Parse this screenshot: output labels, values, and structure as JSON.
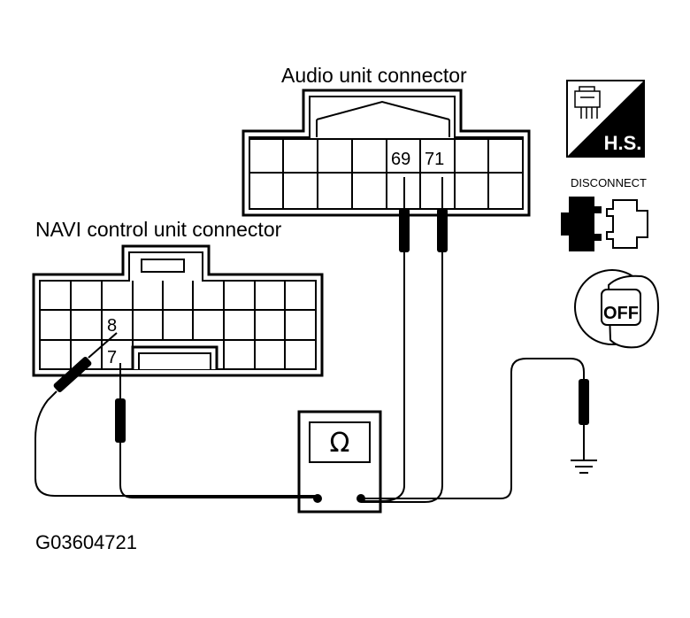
{
  "labels": {
    "audio_connector": "Audio unit connector",
    "navi_connector": "NAVI control unit connector",
    "figure_id": "G03604721"
  },
  "pins": {
    "audio_a": "69",
    "audio_b": "71",
    "navi_a": "8",
    "navi_b": "7"
  },
  "meter": {
    "symbol": "Ω"
  },
  "icons": {
    "hs_label": "H.S.",
    "disconnect_label": "DISCONNECT",
    "off_label": "OFF",
    "names": [
      "harness-side-icon",
      "disconnect-connector-icon",
      "ignition-off-icon",
      "ground-icon"
    ]
  },
  "colors": {
    "line": "#000000",
    "background": "#ffffff"
  }
}
